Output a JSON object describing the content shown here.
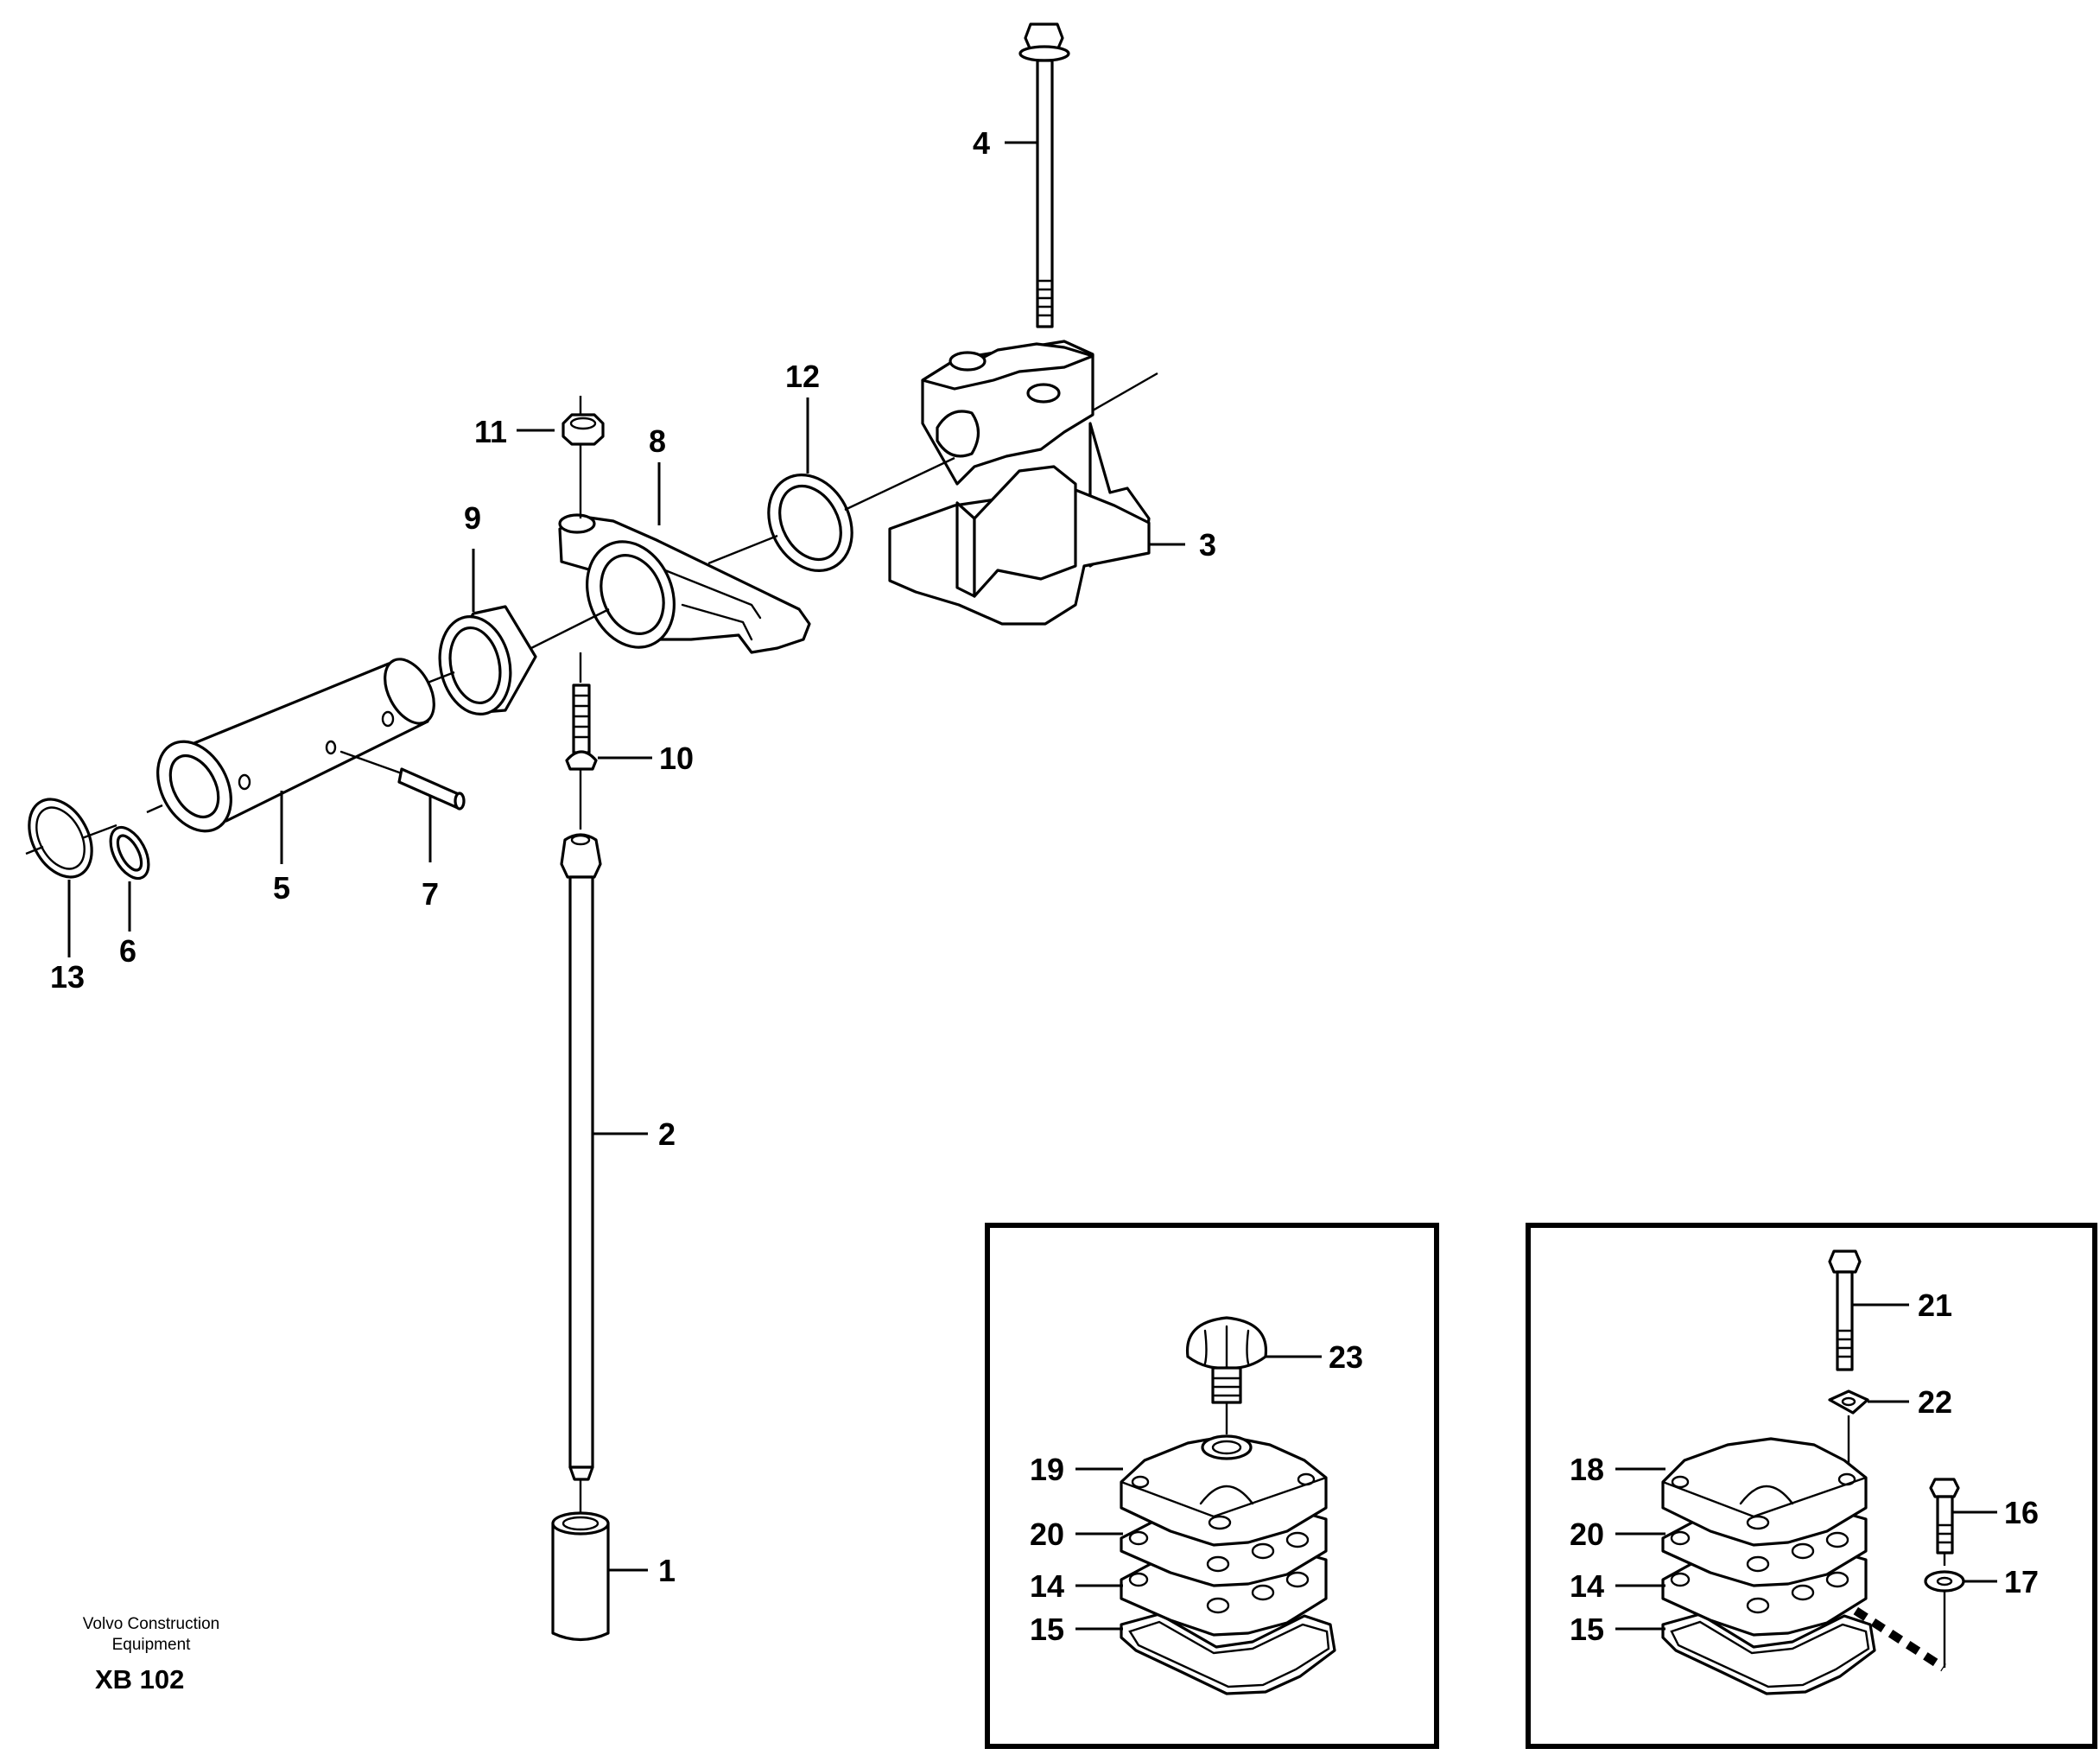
{
  "callouts": {
    "p1": "1",
    "p2": "2",
    "p3": "3",
    "p4": "4",
    "p5": "5",
    "p6": "6",
    "p7": "7",
    "p8": "8",
    "p9": "9",
    "p10": "10",
    "p11": "11",
    "p12": "12",
    "p13": "13",
    "inset_left": {
      "p23": "23",
      "p19": "19",
      "p20": "20",
      "p14": "14",
      "p15": "15"
    },
    "inset_right": {
      "p21": "21",
      "p22": "22",
      "p18": "18",
      "p20": "20",
      "p14": "14",
      "p15": "15",
      "p16": "16",
      "p17": "17"
    }
  },
  "footer": {
    "maker_line1": "Volvo Construction",
    "maker_line2": "Equipment",
    "code": "XB 102"
  }
}
